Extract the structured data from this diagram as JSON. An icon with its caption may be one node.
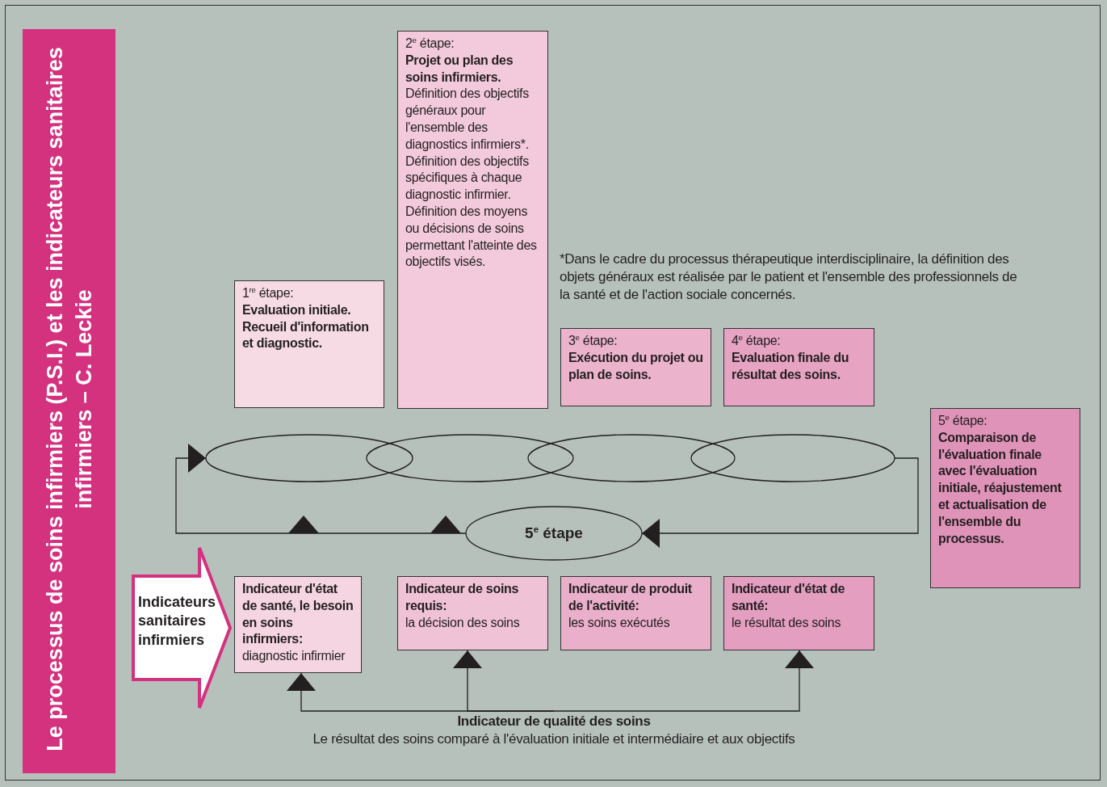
{
  "diagram": {
    "title": "Le processus de soins infirmiers (P.S.I.) et les indicateurs sanitaires infirmiers – C. Leckie",
    "nodes": [
      {
        "text": [
          "1$^{re}$ étape:",
          "Evaluation initiale. Recueil d'information et diagnostic."
        ]
      },
      {
        "text": [
          "2$^{e}$ étape:",
          "Projet ou plan des soins infirmiers.",
          "Définition des objectifs généraux pour l'ensemble des diagnostics infirmiers*.",
          "Définition des objectifs spécifiques à chaque diagnostic infirmier.",
          "Définition des moyens ou décisions de soins permettant l'atteinte des objectifs visés."
        ]
      },
      {
        "text": [
          "3$^{e}$ étape:",
          "Exécution du projet ou plan de soins."
        ]
      },
      {
        "text": [
          "4$^{e}$ étape:",
          "Evaluation finale du résultat des soins."
        ]
      },
      {
        "text": [
          "5$^{e}$ étape:",
          "Comparaison de l'évaluation finale avec l'évaluation initiale, réajustement et actualisation de l'ensemble du processus."
        ]
      },
      {
        "text": [],
        "shape": "ellipse"
      },
      {
        "text": [],
        "shape": "ellipse"
      },
      {
        "text": [],
        "shape": "ellipse"
      },
      {
        "text": [],
        "shape": "ellipse"
      },
      {
        "text": [
          "5$^{e}$ étape"
        ]
      },
      {
        "text": [
          "Indicateurs sanitaires infirmiers"
        ]
      },
      {
        "text": [
          "Indicateur d'état de santé, le besoin en soins infirmiers:",
          "diagnostic infirmier"
        ]
      },
      {
        "text": [
          "Indicateur de soins requis:",
          "la décision des soins"
        ]
      },
      {
        "text": [
          "Indicateur de produit de l'activité:",
          "les soins exécutés"
        ]
      },
      {
        "text": [
          "Indicateur d'état de santé:",
          "le résultat des soins"
        ]
      },
      {
        "text": [
          "Indicateur de qualité des soins",
          "Le résultat des soins comparé à l'évaluation initiale et intermédiaire et aux objectifs"
        ]
      }
    ],
    "edges": [
      {
        "from": 8,
        "to": 9,
        "arrow": "to"
      },
      {
        "from": 9,
        "to": 5,
        "arrow": "to"
      },
      {
        "from": 15,
        "to": 11,
        "arrow": "to"
      },
      {
        "from": 15,
        "to": 12,
        "arrow": "to"
      },
      {
        "from": 15,
        "to": 14,
        "arrow": "to"
      }
    ],
    "labels": [
      "*Dans le cadre du processus thérapeutique interdisciplinaire, la définition des objets généraux est réalisée par le patient et l'ensemble des professionnels de la santé et de l'action sociale concernés."
    ]
  }
}
